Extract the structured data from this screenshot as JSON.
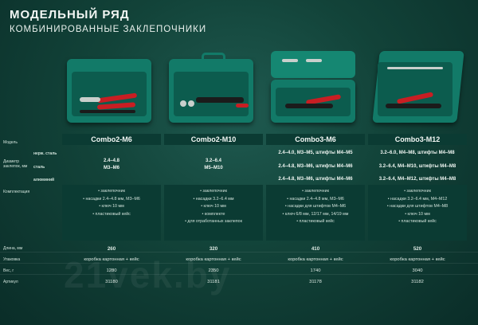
{
  "header": {
    "title": "МОДЕЛЬНЫЙ РЯД",
    "subtitle": "КОМБИНИРОВАННЫЕ ЗАКЛЕПОЧНИКИ"
  },
  "labels": {
    "model": "Модель",
    "diameter": "Диаметр заклепок, мм",
    "stainless": "нерж. сталь",
    "steel": "сталь",
    "aluminum": "алюминий",
    "kit": "Комплектация",
    "length": "Длина, мм",
    "package": "Упаковка",
    "weight": "Вес, г",
    "article": "Артикул"
  },
  "products": [
    {
      "name": "Combo2-M6",
      "stainless": "2.4–4.8",
      "steel": "М3–М6",
      "aluminum": "",
      "kit": [
        "заклепочник",
        "насадки 2.4–4.8 мм, М3–М6",
        "ключ 10 мм",
        "пластиковый кейс"
      ],
      "length": "260",
      "package": "коробка картонная + кейс",
      "weight": "1280",
      "article": "31180"
    },
    {
      "name": "Combo2-M10",
      "stainless": "3.2–6.4",
      "steel": "М5–М10",
      "aluminum": "",
      "kit": [
        "заклепочник",
        "насадки 3.2–6.4 мм",
        "ключ 10 мм",
        "комплекте",
        "для отработанных заклепок"
      ],
      "length": "320",
      "package": "коробка картонная + кейс",
      "weight": "2350",
      "article": "31181"
    },
    {
      "name": "Combo3-M6",
      "stainless": "2.4–4.0, М3–М5, штифты М4–М5",
      "steel": "2.4–4.8, М3–М6, штифты М4–М6",
      "aluminum": "2.4–4.8, М3–М6, штифты М4–М6",
      "kit": [
        "заклепочник",
        "насадки 2.4–4.8 мм, М3–М6",
        "насадки для штифтов М4–М6",
        "ключ 6/8 мм, 12/17 мм, 14/19 мм",
        "пластиковый кейс"
      ],
      "length": "410",
      "package": "коробка картонная + кейс",
      "weight": "1740",
      "article": "31178"
    },
    {
      "name": "Combo3-M12",
      "stainless": "3.2–6.0, М4–М8, штифты М4–М8",
      "steel": "3.2–6.4, М4–М10, штифты М4–М8",
      "aluminum": "3.2–6.4, М4–М12, штифты М4–М8",
      "kit": [
        "заклепочник",
        "насадки 3.2–6.4 мм, М4–М12",
        "насадки для штифтов М4–М8",
        "ключ 10 мм",
        "пластиковый кейс"
      ],
      "length": "520",
      "package": "коробка картонная + кейс",
      "weight": "3040",
      "article": "31182"
    }
  ],
  "watermark": "21vek.by",
  "colors": {
    "accent_red": "#c81e23",
    "case_green": "#127a68",
    "panel": "#0b3b33"
  }
}
